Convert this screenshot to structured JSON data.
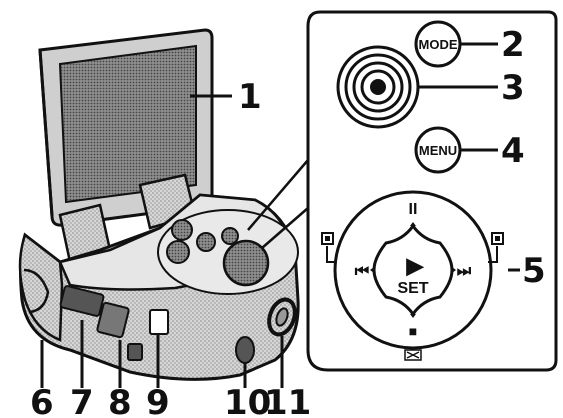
{
  "callouts": {
    "n1": "1",
    "n2": "2",
    "n3": "3",
    "n4": "4",
    "n5": "5",
    "n6": "6",
    "n7": "7",
    "n8": "8",
    "n9": "9",
    "n10": "10",
    "n11": "11"
  },
  "buttons": {
    "mode": "MODE",
    "menu": "MENU",
    "set_line1": "SET",
    "pause_symbol": "II",
    "stop_symbol": "■",
    "prev_symbol": "⏮",
    "next_symbol": "⏭",
    "play_symbol": "▶"
  },
  "colors": {
    "ink": "#111111",
    "paper": "#ffffff",
    "shade": "#bdbdbd",
    "dark": "#6a6a6a"
  }
}
